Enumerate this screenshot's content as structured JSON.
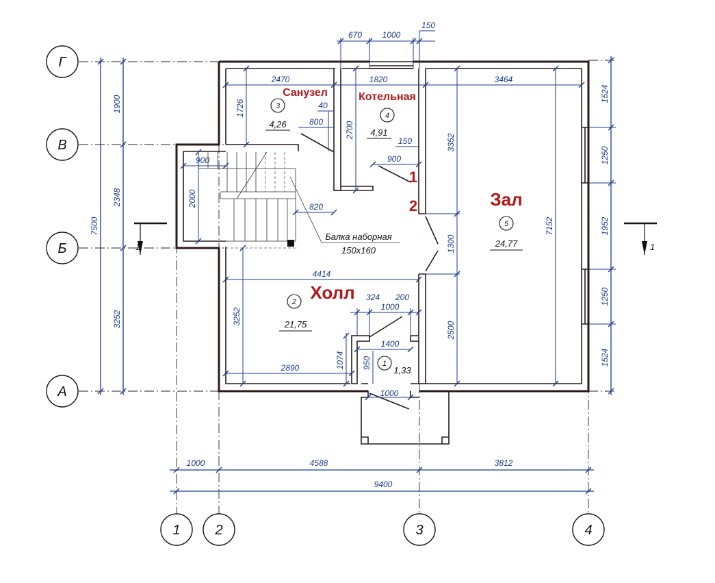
{
  "axes": {
    "letters": [
      "Г",
      "В",
      "Б",
      "А"
    ],
    "numbers": [
      "1",
      "2",
      "3",
      "4"
    ]
  },
  "rooms": [
    {
      "number": "3",
      "name": "Санузел",
      "area": "4,26"
    },
    {
      "number": "4",
      "name": "Котельная",
      "area": "4,91"
    },
    {
      "number": "5",
      "name": "Зал",
      "area": "24,77"
    },
    {
      "number": "2",
      "name": "Холл",
      "area": "21,75"
    },
    {
      "number": "1",
      "name": "",
      "area": "1,33"
    }
  ],
  "beam_label": {
    "line1": "Балка наборная",
    "line2": "150x160"
  },
  "section_mark": {
    "left": "1",
    "right": "1"
  },
  "door_marks": {
    "top": "1",
    "bottom": "2"
  },
  "dimensions": {
    "left_overall": "7500",
    "left_segments": [
      "1900",
      "2348",
      "3252"
    ],
    "right_segments": [
      "1524",
      "1250",
      "1952",
      "1250",
      "1524"
    ],
    "top_segments": [
      "670",
      "1000",
      "150"
    ],
    "bottom_segments": [
      "1000",
      "4588",
      "3812"
    ],
    "bottom_overall": "9400",
    "inner": {
      "sanuzel_w": "2470",
      "kotel_w": "1820",
      "zal_w": "3464",
      "sanuzel_h": "1726",
      "d40": "40",
      "d800": "800",
      "kotel_h": "2700",
      "d150": "150",
      "d900a": "900",
      "zal_h_top": "3352",
      "zal_h": "7152",
      "stair_w": "900",
      "stair_h": "2000",
      "d820": "820",
      "door_1300": "1300",
      "hall_w": "4414",
      "hall_h": "3252",
      "d324": "324",
      "d1000": "1000",
      "d200": "200",
      "d2500": "2500",
      "d1400": "1400",
      "d1074": "1074",
      "d950": "950",
      "d2890": "2890",
      "d1000b": "1000"
    }
  }
}
